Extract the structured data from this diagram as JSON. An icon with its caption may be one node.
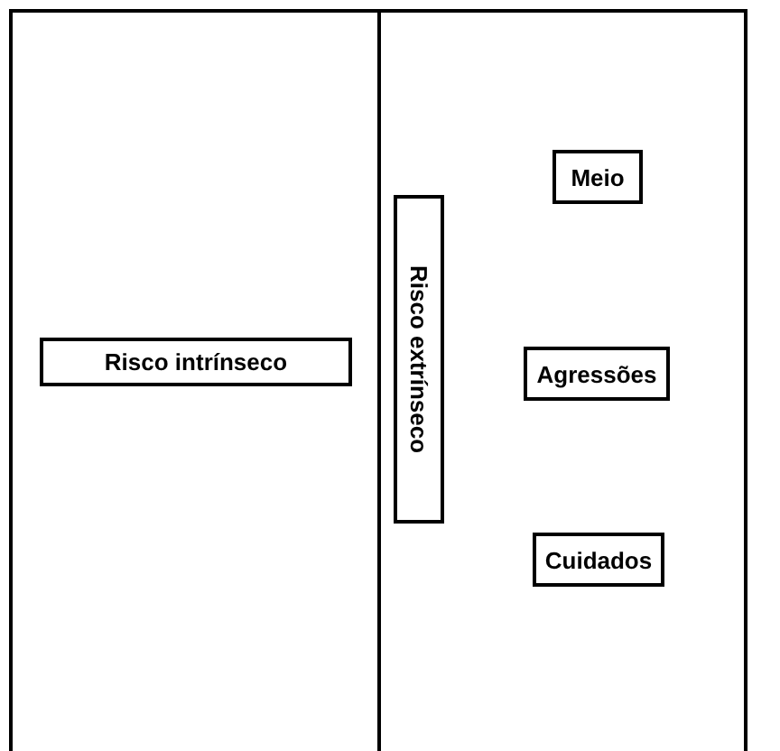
{
  "diagram": {
    "nodes": [
      {
        "text": [
          "Risco intrínseco"
        ]
      },
      {
        "text": [
          "Risco extrínseco"
        ]
      },
      {
        "text": [
          "Meio"
        ]
      },
      {
        "text": [
          "Agressões"
        ]
      },
      {
        "text": [
          "Cuidados"
        ]
      }
    ]
  }
}
